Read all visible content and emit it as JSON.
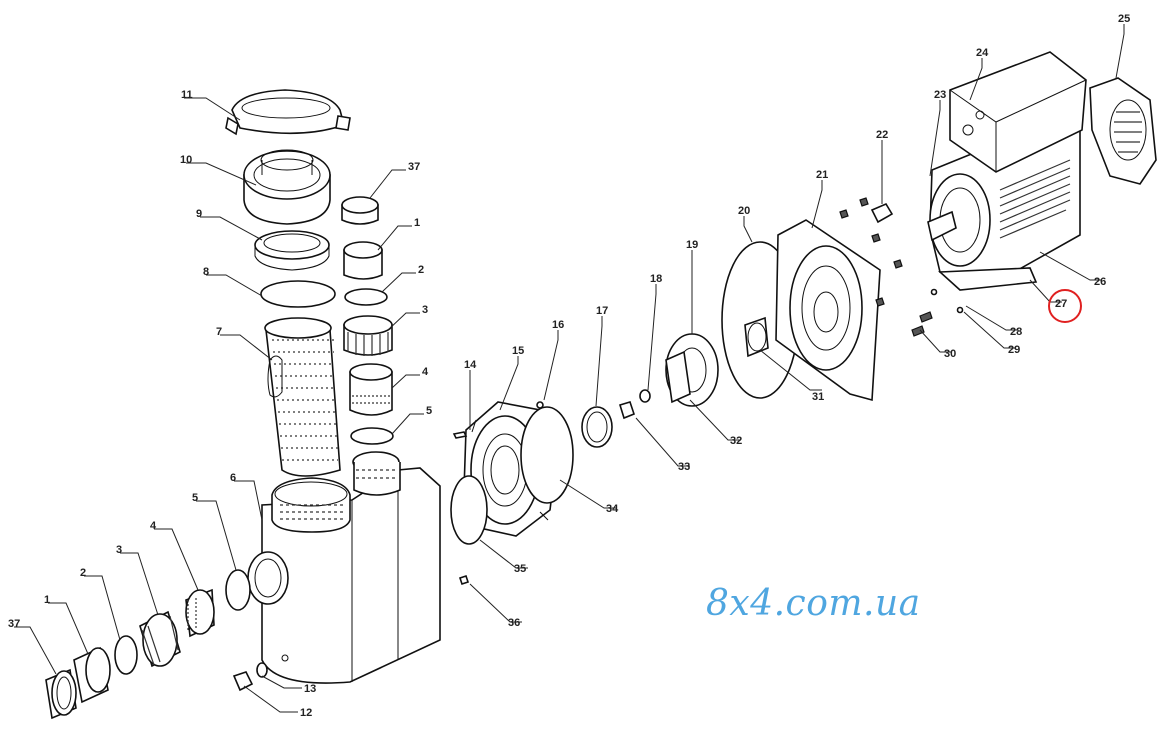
{
  "watermark": "8x4.com.ua",
  "highlight_color": "#e02020",
  "watermark_color": "#4fa6e0",
  "highlighted_part": "27",
  "labels": {
    "p1a": "1",
    "p1b": "1",
    "p2a": "2",
    "p2b": "2",
    "p3a": "3",
    "p3b": "3",
    "p4a": "4",
    "p4b": "4",
    "p5a": "5",
    "p5b": "5",
    "p6": "6",
    "p7": "7",
    "p8": "8",
    "p9": "9",
    "p10": "10",
    "p11": "11",
    "p12": "12",
    "p13": "13",
    "p14": "14",
    "p15": "15",
    "p16": "16",
    "p17": "17",
    "p18": "18",
    "p19": "19",
    "p20": "20",
    "p21": "21",
    "p22": "22",
    "p23": "23",
    "p24": "24",
    "p25": "25",
    "p26": "26",
    "p27": "27",
    "p28": "28",
    "p29": "29",
    "p30": "30",
    "p31": "31",
    "p32": "32",
    "p33": "33",
    "p34": "34",
    "p35": "35",
    "p36": "36",
    "p37a": "37",
    "p37b": "37"
  }
}
